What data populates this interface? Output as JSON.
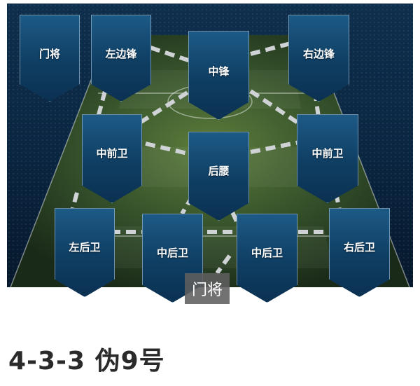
{
  "positions": {
    "gk": "门将",
    "lw": "左边锋",
    "st": "中锋",
    "rw": "右边锋",
    "lcm": "中前卫",
    "dm": "后腰",
    "rcm": "中前卫",
    "lb": "左后卫",
    "lcb": "中后卫",
    "rcb": "中后卫",
    "rb": "右后卫"
  },
  "tooltip": "门将",
  "formation_title": "4-3-3 伪9号",
  "colors": {
    "card_top": "#1d5a86",
    "card_bottom": "#0b3152",
    "pitch_grass": "#3d5a2a",
    "link_dash": "#cfd3d6",
    "title_text": "#2a2a2a"
  }
}
